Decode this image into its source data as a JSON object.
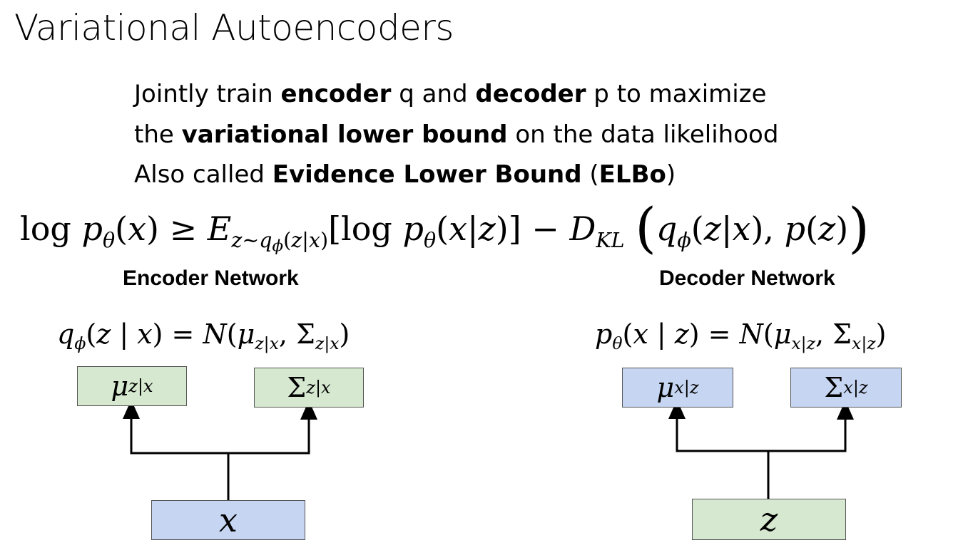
{
  "title": "Variational Autoencoders",
  "bullets": {
    "line1": [
      "Jointly train ",
      "encoder",
      " q and ",
      "decoder",
      " p to maximize"
    ],
    "line2": [
      "the ",
      "variational lower bound",
      " on the data likelihood"
    ],
    "line3": [
      "Also called ",
      "Evidence Lower Bound",
      " (",
      "ELBo",
      ")"
    ]
  },
  "elbo_formula": "log pθ(x) ≥ E_{z~qϕ(z|x)}[log pθ(x|z)] − D_KL(qϕ(z|x), p(z))",
  "encoder": {
    "label": "Encoder Network",
    "distribution": "qϕ(z | x) = N(μz|x, Σz|x)",
    "outputs": [
      "μz|x",
      "Σz|x"
    ],
    "input": "x"
  },
  "decoder": {
    "label": "Decoder Network",
    "distribution": "pθ(x | z) = N(μx|z, Σx|z)",
    "outputs": [
      "μx|z",
      "Σx|z"
    ],
    "input": "z"
  },
  "colors": {
    "encoder_output_fill": "#d6e8d0",
    "input_x_fill": "#c6d6f2",
    "decoder_output_fill": "#c6d6f2",
    "input_z_fill": "#d6e8d0"
  }
}
